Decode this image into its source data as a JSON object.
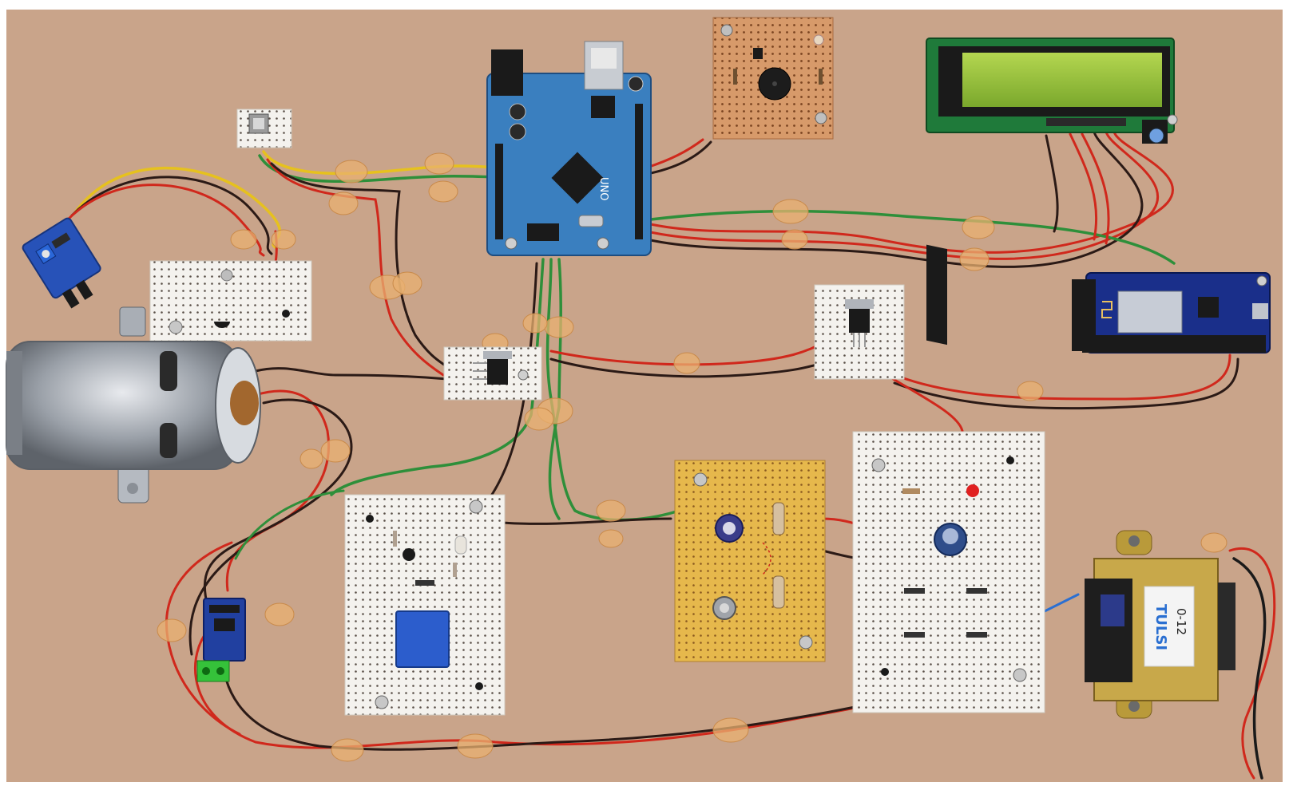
{
  "scene": {
    "background_board_color": "#c9a48a",
    "frame_color": "#ffffff"
  },
  "components": {
    "arduino": {
      "silkscreen": "UNO",
      "color": "#3a7fbf"
    },
    "transformer": {
      "label_line1": "TULSI",
      "label_line2": "0-12",
      "label_color": "#2a6fd1"
    },
    "lcd": {
      "screen_color": "#9cc93a",
      "pcb_color": "#1f7a3a"
    },
    "wifi_module": {
      "pcb_color": "#1a2f8a"
    },
    "ir_sensor": {
      "pcb_color": "#2752b8"
    },
    "current_sensor": {
      "pcb_color": "#2140a0",
      "terminal_color": "#35c23a"
    }
  },
  "wire_colors": {
    "red": "#d0281c",
    "black": "#2b1a16",
    "green": "#2e8f3a",
    "yellow": "#e6c11e"
  }
}
